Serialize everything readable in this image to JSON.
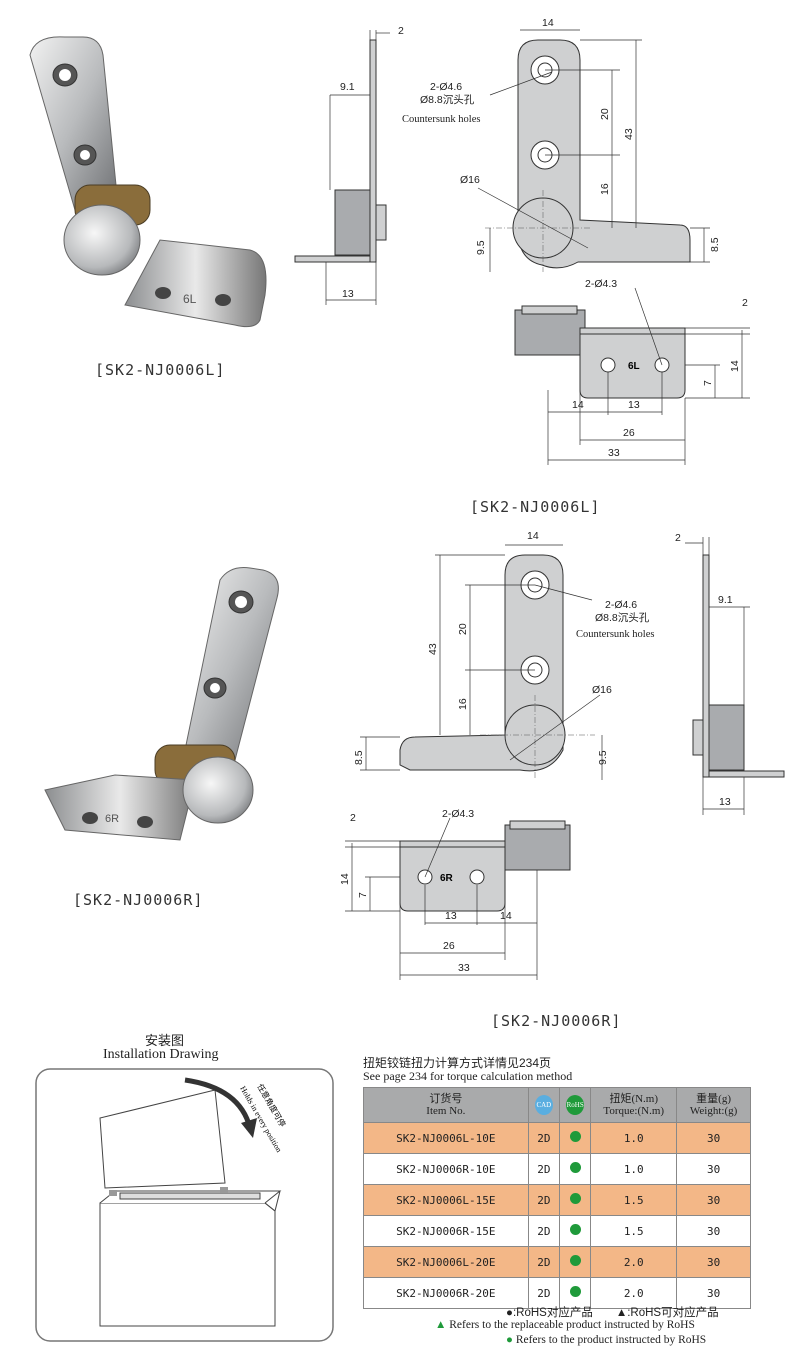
{
  "captions": {
    "left_photo_top": "[SK2-NJ0006L]",
    "drawing_top": "[SK2-NJ0006L]",
    "left_photo_bottom": "[SK2-NJ0006R]",
    "drawing_bottom": "[SK2-NJ0006R]"
  },
  "photo_marks": {
    "l": "6L",
    "r": "6R"
  },
  "dims_top": {
    "side_thickness": "2",
    "side_offset": "9.1",
    "side_width": "13",
    "width_14": "14",
    "hole_spacing": "20",
    "height_43": "43",
    "height_16": "16",
    "dia_16": "Ø16",
    "h_9_5": "9.5",
    "h_8_5": "8.5",
    "hole_spec": "2-Ø4.6",
    "countersink": "Ø8.8沉头孔",
    "countersink_en": "Countersunk holes",
    "bottom_holes": "2-Ø4.3",
    "mark": "6L",
    "b_2": "2",
    "b_14": "14",
    "b_7": "7",
    "b_14x": "14",
    "b_13": "13",
    "b_26": "26",
    "b_33": "33"
  },
  "dims_bottom": {
    "mark": "6R"
  },
  "installation": {
    "title_cn": "安装图",
    "title_en": "Installation Drawing",
    "arrow_en": "Holds in every position",
    "arrow_cn": "任意角度可停"
  },
  "table": {
    "title_cn": "扭矩铰链扭力计算方式详情见234页",
    "title_en": "See page 234 for torque calculation method",
    "headers": {
      "item_cn": "订货号",
      "item_en": "Item No.",
      "cad": "CAD",
      "rohs": "RoHS",
      "torque_cn": "扭矩(N.m)",
      "torque_en": "Torque:(N.m)",
      "weight_cn": "重量(g)",
      "weight_en": "Weight:(g)"
    },
    "rows": [
      {
        "item": "SK2-NJ0006L-10E",
        "cad": "2D",
        "torque": "1.0",
        "weight": "30"
      },
      {
        "item": "SK2-NJ0006R-10E",
        "cad": "2D",
        "torque": "1.0",
        "weight": "30"
      },
      {
        "item": "SK2-NJ0006L-15E",
        "cad": "2D",
        "torque": "1.5",
        "weight": "30"
      },
      {
        "item": "SK2-NJ0006R-15E",
        "cad": "2D",
        "torque": "1.5",
        "weight": "30"
      },
      {
        "item": "SK2-NJ0006L-20E",
        "cad": "2D",
        "torque": "2.0",
        "weight": "30"
      },
      {
        "item": "SK2-NJ0006R-20E",
        "cad": "2D",
        "torque": "2.0",
        "weight": "30"
      }
    ],
    "legend_cn": "●:RoHS对应产品　　▲:RoHS可对应产品",
    "legend_en_1": "Refers to the replaceable product instructed by RoHS",
    "legend_en_2": "Refers to the product instructed by RoHS"
  },
  "colors": {
    "highlight": "#f3b787",
    "header": "#a9aaab",
    "rohs_green": "#1f9a3a",
    "cad_blue": "#5aaee0"
  }
}
